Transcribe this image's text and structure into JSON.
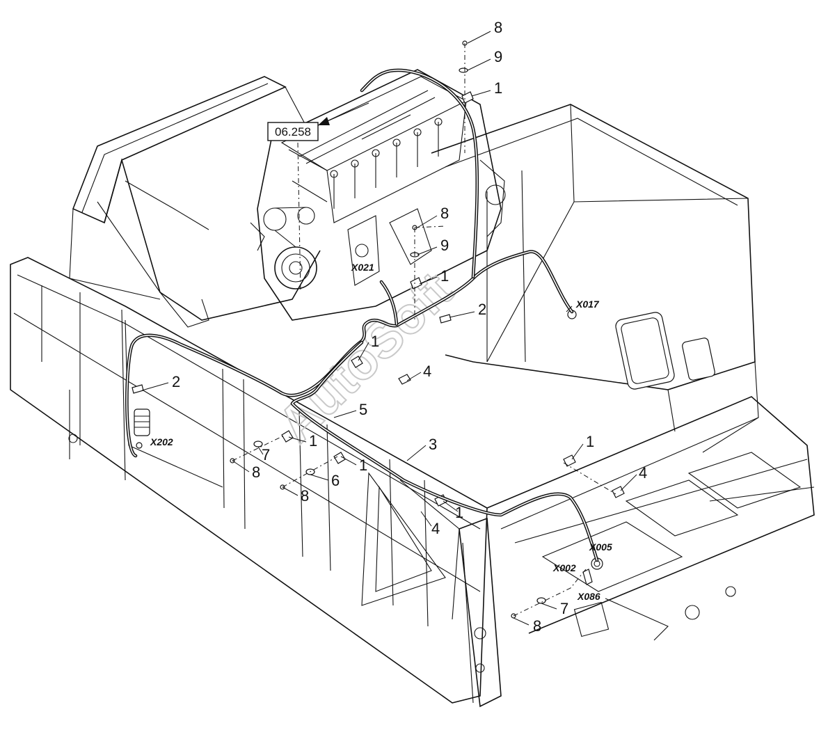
{
  "reference_box": {
    "label": "06.258"
  },
  "watermark": {
    "text": "AutoSoft"
  },
  "callouts": [
    {
      "id": "c8a",
      "label": "8"
    },
    {
      "id": "c9a",
      "label": "9"
    },
    {
      "id": "c1a",
      "label": "1"
    },
    {
      "id": "c8b",
      "label": "8"
    },
    {
      "id": "c9b",
      "label": "9"
    },
    {
      "id": "c1b",
      "label": "1"
    },
    {
      "id": "c2a",
      "label": "2"
    },
    {
      "id": "c1c",
      "label": "1"
    },
    {
      "id": "c4a",
      "label": "4"
    },
    {
      "id": "c5",
      "label": "5"
    },
    {
      "id": "c2b",
      "label": "2"
    },
    {
      "id": "c3",
      "label": "3"
    },
    {
      "id": "c1d",
      "label": "1"
    },
    {
      "id": "c7a",
      "label": "7"
    },
    {
      "id": "c1e",
      "label": "1"
    },
    {
      "id": "c8c",
      "label": "8"
    },
    {
      "id": "c6",
      "label": "6"
    },
    {
      "id": "c8d",
      "label": "8"
    },
    {
      "id": "c1f",
      "label": "1"
    },
    {
      "id": "c4b",
      "label": "4"
    },
    {
      "id": "c1g",
      "label": "1"
    },
    {
      "id": "c4c",
      "label": "4"
    },
    {
      "id": "c7b",
      "label": "7"
    },
    {
      "id": "c8e",
      "label": "8"
    }
  ],
  "connectors": [
    {
      "id": "x021",
      "label": "X021"
    },
    {
      "id": "x017",
      "label": "X017"
    },
    {
      "id": "x202",
      "label": "X202"
    },
    {
      "id": "x005",
      "label": "X005"
    },
    {
      "id": "x002",
      "label": "X002"
    },
    {
      "id": "x086",
      "label": "X086"
    }
  ]
}
